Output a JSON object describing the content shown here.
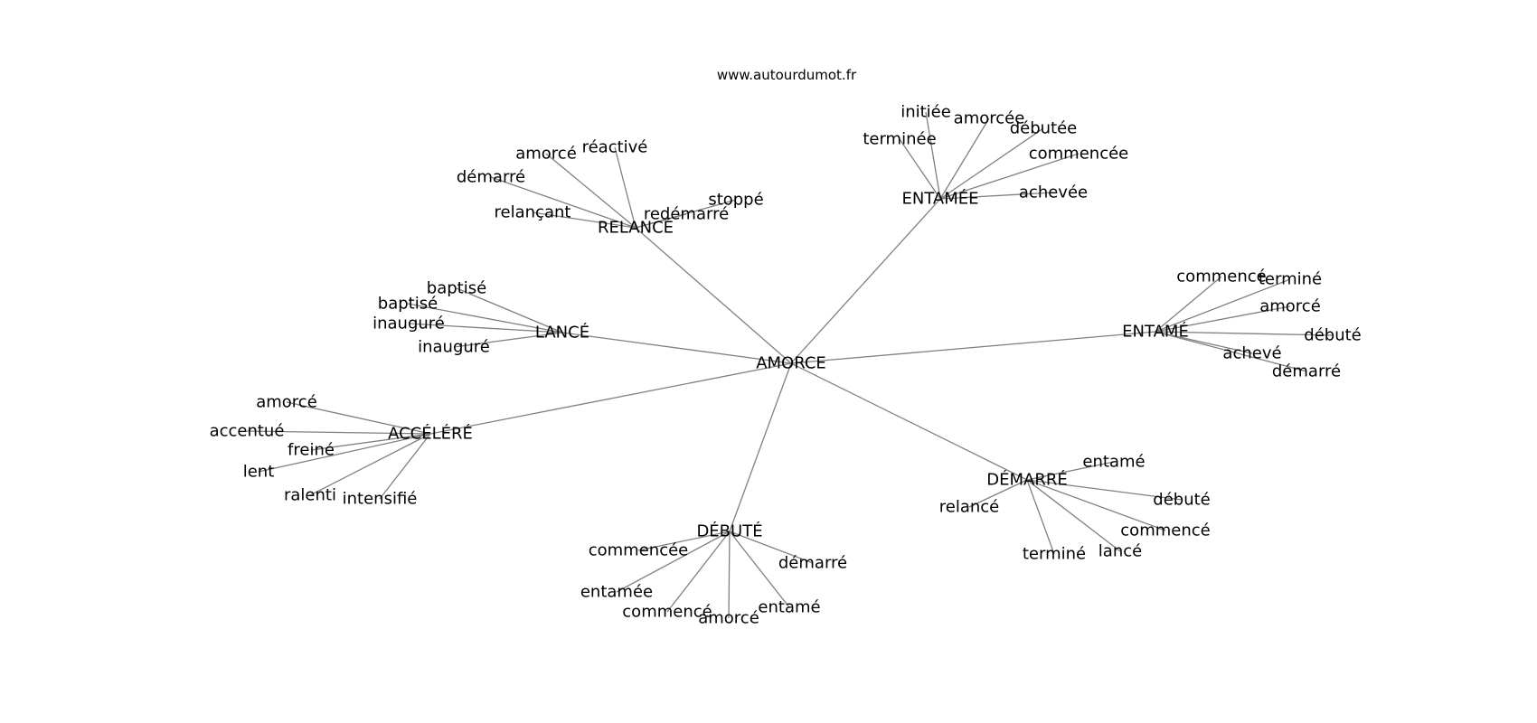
{
  "site": "www.autourdumot.fr",
  "graph": {
    "center": "AMORCE",
    "clusters": [
      {
        "label": "RELANCÉ",
        "leaves": [
          "amorcé",
          "réactivé",
          "démarré",
          "relançant",
          "redémarré",
          "stoppé"
        ]
      },
      {
        "label": "ENTAMÉE",
        "leaves": [
          "initiée",
          "amorcée",
          "débutée",
          "terminée",
          "commencée",
          "achevée"
        ]
      },
      {
        "label": "LANCÉ",
        "leaves": [
          "baptisé",
          "baptisé",
          "inauguré",
          "inauguré"
        ]
      },
      {
        "label": "ENTAMÉ",
        "leaves": [
          "commencé",
          "terminé",
          "amorcé",
          "débuté",
          "achevé",
          "démarré"
        ]
      },
      {
        "label": "ACCÉLÉRÉ",
        "leaves": [
          "amorcé",
          "accentué",
          "freiné",
          "lent",
          "ralenti",
          "intensifié"
        ]
      },
      {
        "label": "DÉMARRÉ",
        "leaves": [
          "entamé",
          "relancé",
          "débuté",
          "commencé",
          "terminé",
          "lancé"
        ]
      },
      {
        "label": "DÉBUTÉ",
        "leaves": [
          "commencée",
          "démarré",
          "entamée",
          "commencé",
          "amorcé",
          "entamé"
        ]
      }
    ]
  }
}
